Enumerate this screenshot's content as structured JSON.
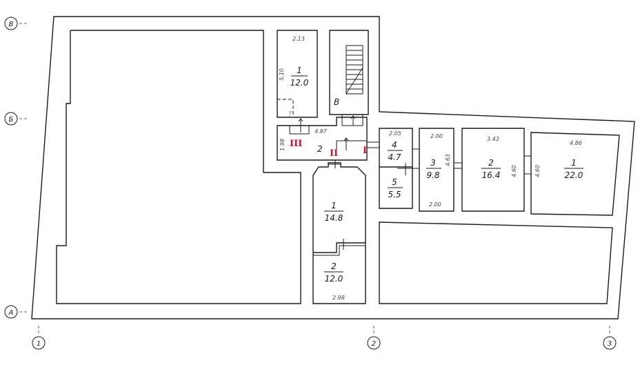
{
  "axes": {
    "rows": [
      "В",
      "Б",
      "А"
    ],
    "cols": [
      "1",
      "2",
      "3"
    ]
  },
  "rooms": {
    "r1_top": {
      "num": "1",
      "area": "12.0",
      "dim_w": "2.13",
      "dim_h": "5.10"
    },
    "stair": {
      "label": "В"
    },
    "corridor": {
      "num": "2",
      "dim_w": "4.97",
      "dim_h": "1.98"
    },
    "r4": {
      "num": "4",
      "area": "4.7",
      "dim_w": "2.05"
    },
    "r5": {
      "num": "5",
      "area": "5.5"
    },
    "r3": {
      "num": "3",
      "area": "9.8",
      "dim_w_top": "2.00",
      "dim_w_bottom": "2.00",
      "dim_h": "4.63"
    },
    "r2_right": {
      "num": "2",
      "area": "16.4",
      "dim_w": "3.43",
      "dim_h": "4.60"
    },
    "r1_right": {
      "num": "1",
      "area": "22.0",
      "dim_w": "4.86",
      "dim_h": "4.60"
    },
    "r1_mid": {
      "num": "1",
      "area": "14.8"
    },
    "r2_mid": {
      "num": "2",
      "area": "12.0",
      "dim_w": "2.98"
    }
  },
  "entrances": {
    "e1": "I",
    "e2": "II",
    "e3": "III"
  },
  "sink_symbol": "ᛘ"
}
